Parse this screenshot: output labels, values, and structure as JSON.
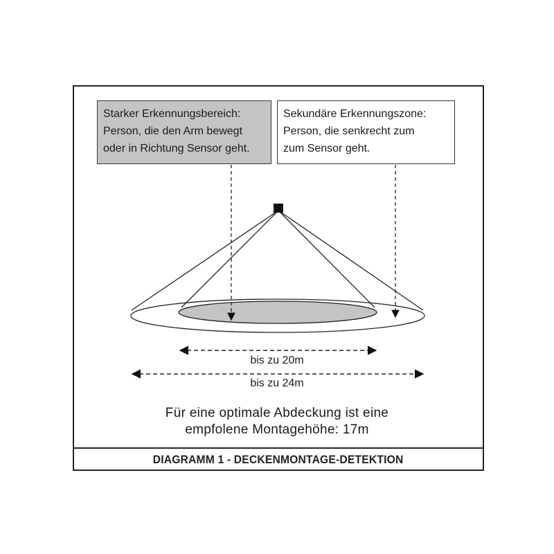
{
  "diagram": {
    "strong_zone_text": "Starker Erkennungsbereich:\nPerson, die den Arm bewegt\noder in Richtung Sensor geht.",
    "secondary_zone_text": "Sekundäre Erkennungszone:\nPerson, die senkrecht zum\nzum Sensor geht.",
    "range_inner_label": "bis zu 20m",
    "range_outer_label": "bis zu 24m",
    "note": "Für eine optimale Abdeckung ist eine\nempfolene Montagehöhe: 17m",
    "caption": "DIAGRAMM 1 - DECKENMONTAGE-DETEKTION",
    "colors": {
      "strong_zone_fill": "#c4c4c4",
      "line": "#222222"
    }
  }
}
